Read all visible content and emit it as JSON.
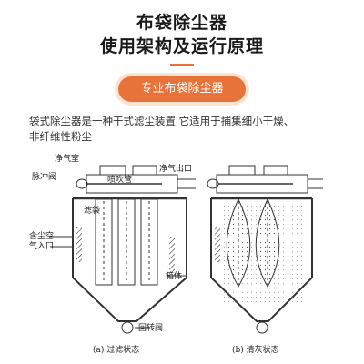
{
  "header": {
    "title_line1": "布袋除尘器",
    "title_line2": "使用架构及运行原理",
    "accent_color": "#e8733a"
  },
  "badge": {
    "label": "专业布袋除尘器"
  },
  "description": {
    "line1": "袋式除尘器是一种干式滤尘装置 它适用于捕集细小干燥、",
    "line2": "非纤维性粉尘"
  },
  "diagram": {
    "left": {
      "label_clean_room": "净气室",
      "label_pulse_valve": "脉冲阀",
      "label_blow_pipe": "喷吹管",
      "label_outlet": "净气出口",
      "label_filter_bag": "滤袋",
      "label_dust_inlet_1": "含尘空",
      "label_dust_inlet_2": "气入口",
      "label_housing": "箱体",
      "label_rotary_valve": "回转阀",
      "caption": "(a)  过滤状态"
    },
    "right": {
      "caption": "(b)  清灰状态"
    }
  }
}
